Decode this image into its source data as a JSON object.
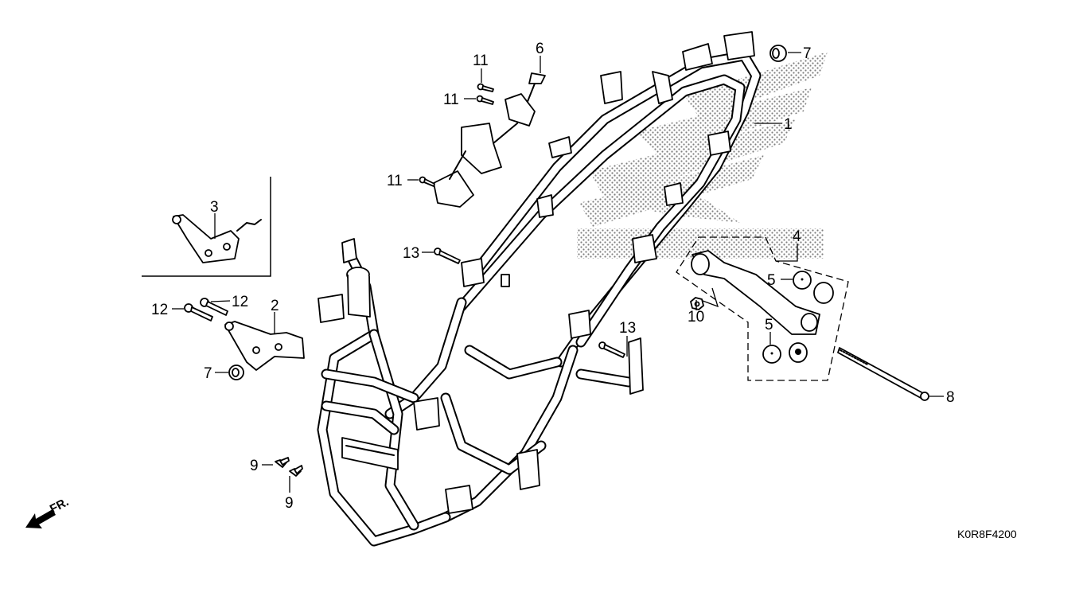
{
  "diagram": {
    "type": "exploded parts diagram",
    "subject": "frame body",
    "diagram_code": "K0R8F4200",
    "direction_indicator": "FR.",
    "watermark": "brand wing logo (dotted)",
    "callouts": [
      {
        "id": "c1",
        "label": "1",
        "part": "frame body"
      },
      {
        "id": "c2",
        "label": "2",
        "part": "bracket"
      },
      {
        "id": "c3",
        "label": "3",
        "part": "bracket assembly (inset)"
      },
      {
        "id": "c4",
        "label": "4",
        "part": "engine hanger link"
      },
      {
        "id": "c5a",
        "label": "5",
        "part": "bushing"
      },
      {
        "id": "c5b",
        "label": "5",
        "part": "bushing"
      },
      {
        "id": "c6",
        "label": "6",
        "part": "bracket"
      },
      {
        "id": "c7a",
        "label": "7",
        "part": "grommet"
      },
      {
        "id": "c7b",
        "label": "7",
        "part": "grommet"
      },
      {
        "id": "c8",
        "label": "8",
        "part": "long bolt"
      },
      {
        "id": "c9a",
        "label": "9",
        "part": "screw"
      },
      {
        "id": "c9b",
        "label": "9",
        "part": "screw"
      },
      {
        "id": "c10",
        "label": "10",
        "part": "nut"
      },
      {
        "id": "c11a",
        "label": "11",
        "part": "bolt"
      },
      {
        "id": "c11b",
        "label": "11",
        "part": "bolt"
      },
      {
        "id": "c11c",
        "label": "11",
        "part": "bolt"
      },
      {
        "id": "c12a",
        "label": "12",
        "part": "bolt"
      },
      {
        "id": "c12b",
        "label": "12",
        "part": "bolt"
      },
      {
        "id": "c13a",
        "label": "13",
        "part": "bolt"
      },
      {
        "id": "c13b",
        "label": "13",
        "part": "bolt"
      }
    ]
  }
}
